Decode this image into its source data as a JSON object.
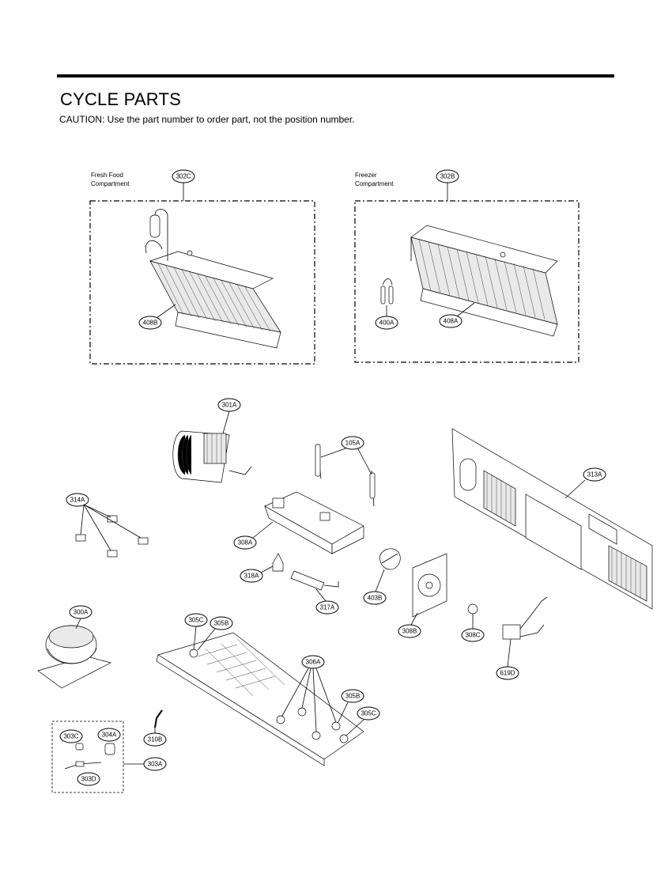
{
  "header": {
    "title": "CYCLE PARTS",
    "caution": "CAUTION: Use the part number to order part, not the position number."
  },
  "compartments": {
    "fresh_food": {
      "line1": "Fresh Food",
      "line2": "Compartment"
    },
    "freezer": {
      "line1": "Freezer",
      "line2": "Compartment"
    }
  },
  "callouts": {
    "c302C": "302C",
    "c408B": "408B",
    "c302B": "302B",
    "c400A": "400A",
    "c408A": "408A",
    "c301A": "301A",
    "c105A": "105A",
    "c313A": "313A",
    "c314A": "314A",
    "c308A": "308A",
    "c318A": "318A",
    "c317A": "317A",
    "c403B": "403B",
    "c300A": "300A",
    "c305C_a": "305C",
    "c305B_a": "305B",
    "c306A": "306A",
    "c305B_b": "305B",
    "c305C_b": "305C",
    "c308B": "308B",
    "c308C": "308C",
    "c619D": "619D",
    "c310B": "310B",
    "c303C": "303C",
    "c304A": "304A",
    "c303A": "303A",
    "c303D": "303D"
  }
}
